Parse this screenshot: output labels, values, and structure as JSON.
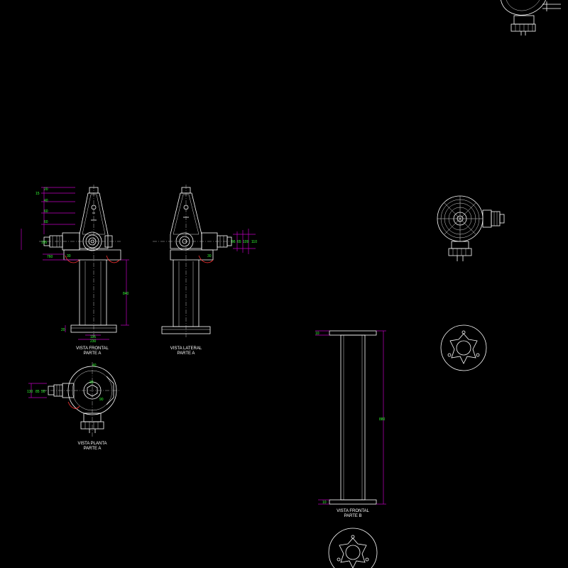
{
  "views": {
    "front_a": {
      "title": "VISTA FRONTAL",
      "part": "PARTE A"
    },
    "side_a": {
      "title": "VISTA LATERAL",
      "part": "PARTE A"
    },
    "plan_a": {
      "title": "VISTA PLANTA",
      "part": "PARTE A"
    },
    "front_b": {
      "title": "VISTA FRONTAL",
      "part": "PARTE B"
    }
  },
  "dimensions": {
    "front_a": {
      "d1": "20",
      "d2": "15",
      "d3": "40",
      "d4": "60",
      "d5": "60",
      "d6": "195",
      "d7": "760",
      "d8": "30",
      "d9": "840",
      "d10": "20",
      "d11": "115",
      "d12": "230"
    },
    "side_a": {
      "d1": "55",
      "d2": "65",
      "d3": "109",
      "d4": "110",
      "d5": "30"
    },
    "plan_a": {
      "d1": "40",
      "d2": "30",
      "d3": "130",
      "d4": "85",
      "d5": "50",
      "d6": "90"
    },
    "front_b": {
      "d1": "10",
      "d2": "880",
      "d3": "10"
    }
  },
  "colors": {
    "background": "#000000",
    "line": "#ffffff",
    "dimension_line": "#c000c0",
    "dimension_text": "#33ff33"
  }
}
